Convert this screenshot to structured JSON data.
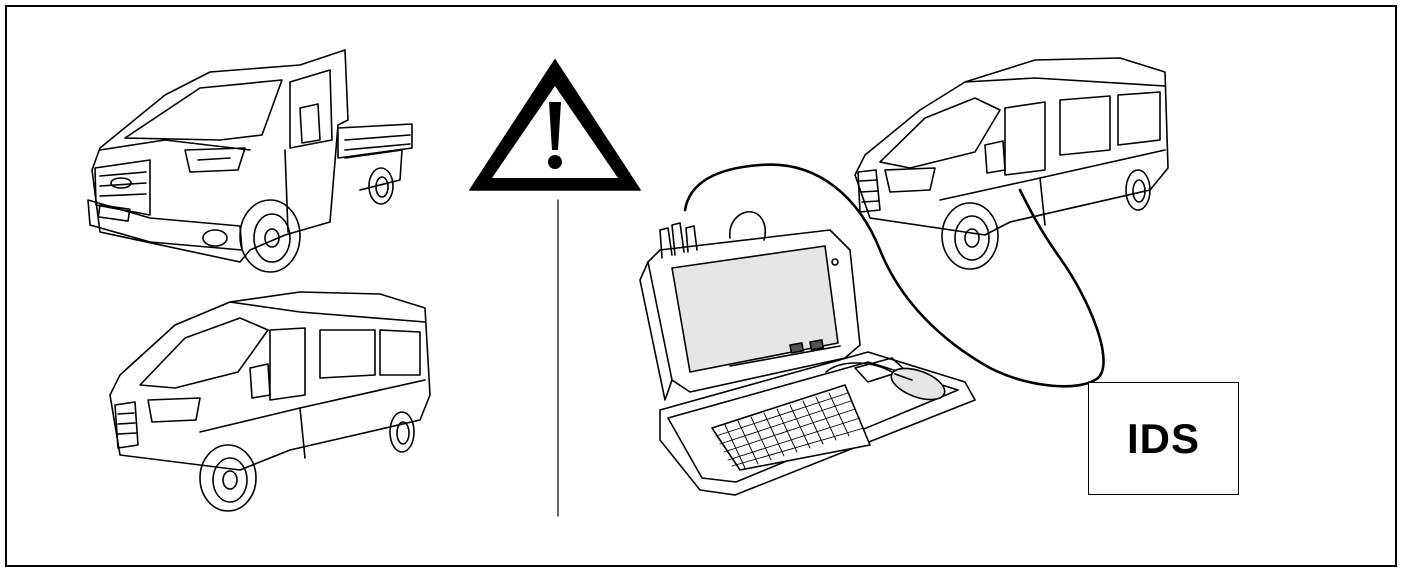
{
  "ids_box": {
    "label": "IDS"
  },
  "icons": {
    "warning": "warning-triangle-icon",
    "vehicles": [
      "chassis-cab-truck",
      "panel-van",
      "panel-van"
    ],
    "tool": "diagnostic-laptop",
    "mouse": "computer-mouse"
  },
  "colors": {
    "line": "#000000",
    "screen": "#e6e6e6",
    "background": "#ffffff"
  }
}
